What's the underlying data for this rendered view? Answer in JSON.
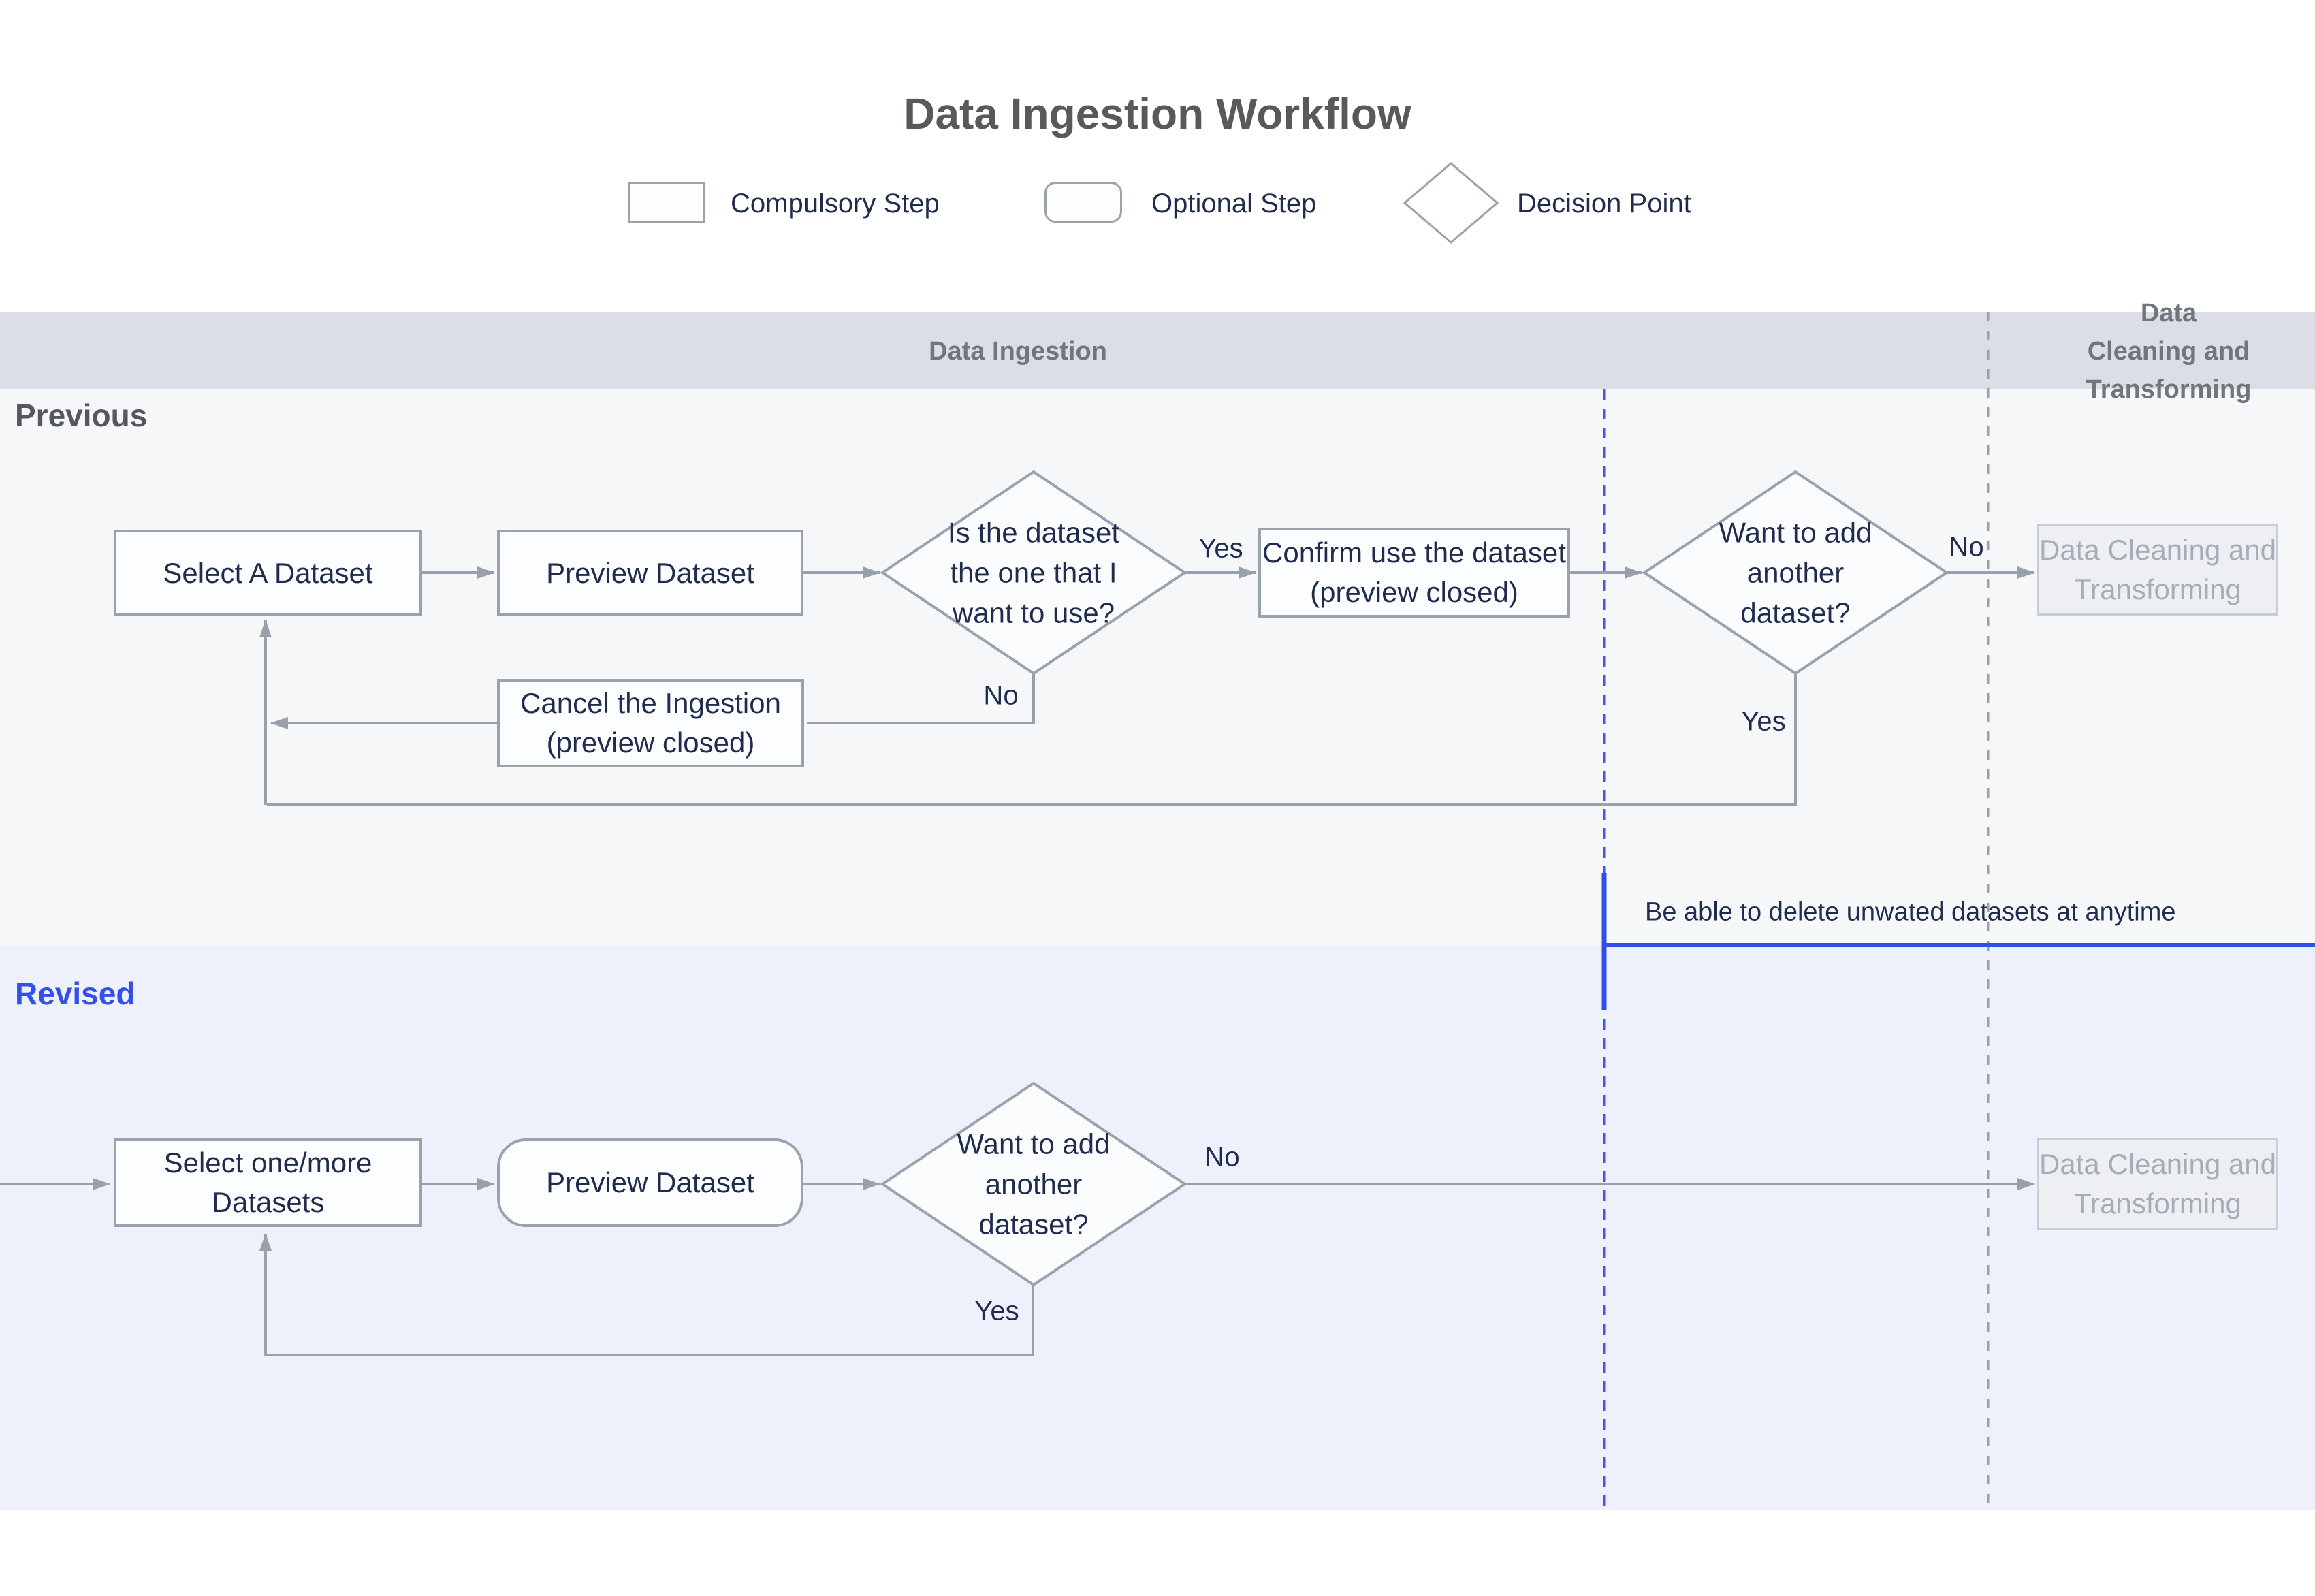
{
  "title": "Data Ingestion Workflow",
  "legend": {
    "compulsory": "Compulsory Step",
    "optional": "Optional Step",
    "decision": "Decision Point"
  },
  "lanes": {
    "ingestion": "Data Ingestion",
    "cleaning": "Data Cleaning and\nTransforming"
  },
  "sections": {
    "previous": "Previous",
    "revised": "Revised"
  },
  "previous_flow": {
    "select": "Select A Dataset",
    "preview": "Preview Dataset",
    "decision_use": "Is the dataset\nthe one that I\nwant to use?",
    "label_yes": "Yes",
    "confirm": "Confirm use the dataset\n(preview closed)",
    "decision_add": "Want to add\nanother\ndataset?",
    "label_no_right": "No",
    "target": "Data Cleaning and\nTransforming",
    "label_no_down": "No",
    "cancel": "Cancel the Ingestion\n(preview closed)",
    "label_yes_down": "Yes"
  },
  "revised_flow": {
    "select": "Select one/more\nDatasets",
    "preview": "Preview Dataset",
    "decision_add": "Want to add\nanother\ndataset?",
    "label_no": "No",
    "label_yes": "Yes",
    "target": "Data Cleaning and\nTransforming"
  },
  "annotation": "Be able to delete unwated datasets at anytime",
  "colors": {
    "accent_blue": "#2e4fe8",
    "dashed_blue": "#4257e8",
    "line_gray": "#98a0ab",
    "band_gray": "#dbdee5",
    "section_previous_bg": "#f6f7f8",
    "section_revised_bg": "#eef1fb",
    "node_border": "#9aa2ac",
    "node_text": "#1f2c4e",
    "disabled_text": "#a6adb8"
  }
}
